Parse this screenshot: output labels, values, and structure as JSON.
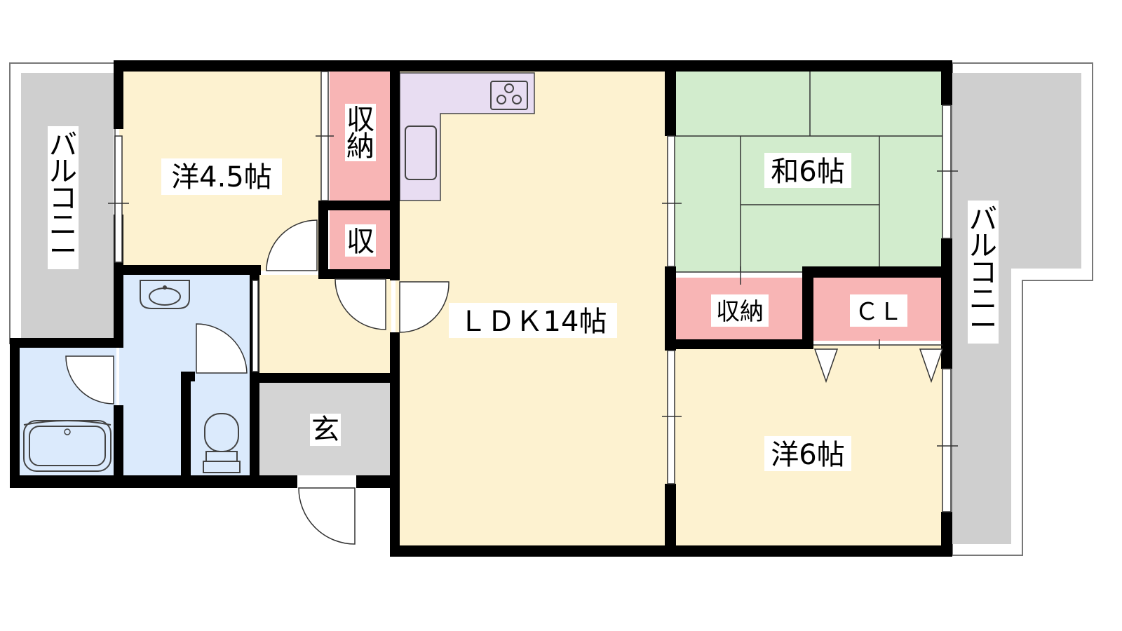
{
  "rooms": {
    "western_45": "洋4.5帖",
    "storage_top": [
      "収",
      "納"
    ],
    "storage_small": "収",
    "ldk": "ＬＤＫ14帖",
    "japanese_6": "和6帖",
    "storage_right": "収納",
    "closet": "ＣＬ",
    "western_6": "洋6帖",
    "entrance": "玄"
  },
  "balconies": {
    "left": [
      "バ",
      "ル",
      "コ",
      "ニ",
      "ー"
    ],
    "right": [
      "バ",
      "ル",
      "コ",
      "ニ",
      "ー"
    ]
  },
  "colors": {
    "wall": "#000000",
    "western_room": "#fdf2d0",
    "storage": "#f8b5b5",
    "kitchen": "#e8ddf2",
    "tatami": "#d2eccd",
    "wet_area": "#dbeafc",
    "entrance": "#d4d4d4",
    "balcony": "#cfcfcf"
  },
  "icons": [
    "stove-icon",
    "sink-icon",
    "washbasin-icon",
    "bathtub-icon",
    "toilet-icon",
    "door-swing-icon",
    "window-icon"
  ]
}
